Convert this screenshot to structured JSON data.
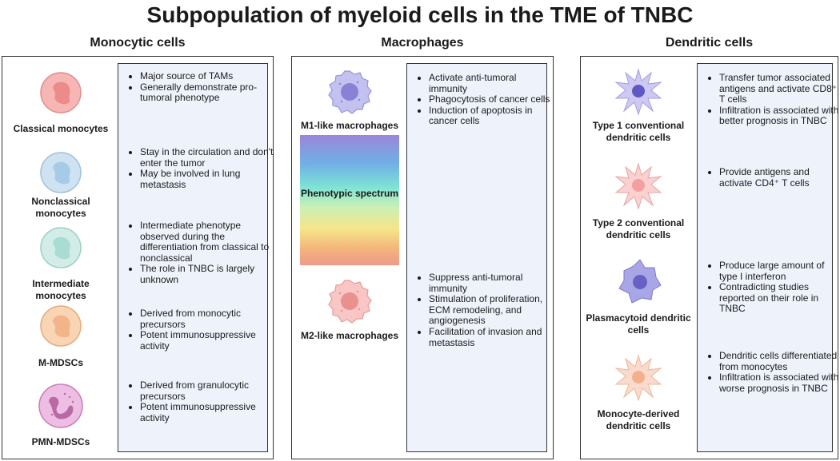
{
  "title": "Subpopulation of myeloid cells in the TME of TNBC",
  "columns": [
    {
      "heading": "Monocytic cells",
      "cells": [
        {
          "label": "Classical monocytes",
          "icon": "classical-monocyte-icon",
          "color": "#f4a3a3",
          "bullets": [
            "Major source of TAMs",
            "Generally demonstrate pro-tumoral phenotype"
          ]
        },
        {
          "label": "Nonclassical monocytes",
          "icon": "nonclassical-monocyte-icon",
          "color": "#b9d6ea",
          "bullets": [
            "Stay in the circulation and don't enter the tumor",
            "May be involved in lung metastasis"
          ]
        },
        {
          "label": "Intermediate monocytes",
          "icon": "intermediate-monocyte-icon",
          "color": "#bfe3dd",
          "bullets": [
            "Intermediate phenotype observed during the differentiation from classical to nonclassical",
            "The role in TNBC is largely unknown"
          ]
        },
        {
          "label": "M-MDSCs",
          "icon": "m-mdsc-icon",
          "color": "#f6c9a3",
          "bullets": [
            "Derived from monocytic precursors",
            "Potent immunosuppressive activity"
          ]
        },
        {
          "label": "PMN-MDSCs",
          "icon": "pmn-mdsc-icon",
          "color": "#e7a6d6",
          "bullets": [
            "Derived from granulocytic precursors",
            "Potent immunosuppressive activity"
          ]
        }
      ]
    },
    {
      "heading": "Macrophages",
      "cells": [
        {
          "label": "M1-like macrophages",
          "icon": "m1-macrophage-icon",
          "color": "#b9b6ee",
          "bullets": [
            "Activate anti-tumoral immunity",
            "Phagocytosis of cancer cells",
            "Induction of apoptosis in cancer cells"
          ]
        },
        {
          "label": "M2-like macrophages",
          "icon": "m2-macrophage-icon",
          "color": "#f6b9b9",
          "bullets": [
            "Suppress anti-tumoral immunity",
            "Stimulation of proliferation,  ECM remodeling, and angiogenesis",
            "Facilitation of invasion and metastasis"
          ]
        }
      ],
      "spectrum_label": "Phenotypic spectrum"
    },
    {
      "heading": "Dendritic cells",
      "cells": [
        {
          "label": "Type 1 conventional dendritic cells",
          "icon": "type1-dendritic-cell-icon",
          "color": "#c4c0f0",
          "bullets": [
            "Transfer tumor associated antigens and activate CD8⁺ T cells",
            "Infiltration is associated with better prognosis in TNBC"
          ]
        },
        {
          "label": "Type 2 conventional dendritic cells",
          "icon": "type2-dendritic-cell-icon",
          "color": "#f8c4c4",
          "bullets": [
            "Provide antigens and activate CD4⁺ T cells"
          ]
        },
        {
          "label": "Plasmacytoid dendritic cells",
          "icon": "plasmacytoid-dendritic-cell-icon",
          "color": "#a7a4e4",
          "bullets": [
            "Produce large amount of type I interferon",
            "Contradicting studies reported on their role in TNBC"
          ]
        },
        {
          "label": "Monocyte-derived dendritic cells",
          "icon": "monocyte-derived-dendritic-cell-icon",
          "color": "#f8d2bf",
          "bullets": [
            "Dendritic cells differentiated from monocytes",
            "Infiltration is associated with worse prognosis in TNBC"
          ]
        }
      ]
    }
  ]
}
